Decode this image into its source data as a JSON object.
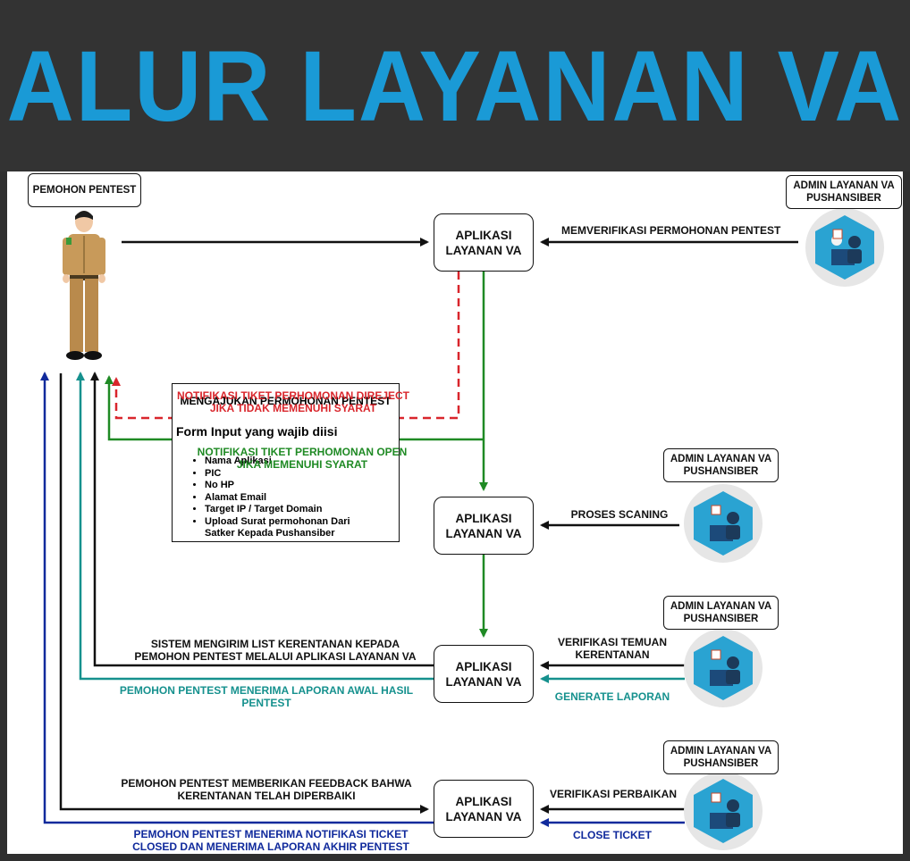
{
  "title": "ALUR LAYANAN VA",
  "colors": {
    "title": "#1a9ad6",
    "red": "#d9262c",
    "green": "#1f8a24",
    "teal": "#16918e",
    "navy": "#102a9c",
    "hex": "#2aa3d2"
  },
  "pemohon_label": "PEMOHON PENTEST",
  "admin_label": "ADMIN LAYANAN VA\nPUSHANSIBER",
  "app_label": "APLIKASI\nLAYANAN VA",
  "form": {
    "header": "MENGAJUKAN PERMOHONAN PENTEST",
    "title": "Form Input yang wajib diisi",
    "items": [
      "Nama Aplikasi",
      "PIC",
      "No HP",
      "Alamat Email",
      "Target IP / Target Domain",
      "Upload Surat permohonan Dari\nSatker Kepada Pushansiber"
    ]
  },
  "labels": {
    "verify_request": "MEMVERIFIKASI PERMOHONAN PENTEST",
    "reject": "NOTIFIKASI TIKET PERHOMONAN DIREJECT\nJIKA TIDAK MEMENUHI SYARAT",
    "open": "NOTIFIKASI TIKET PERHOMONAN OPEN\nJIKA MEMENUHI SYARAT",
    "scanning": "PROSES SCANING",
    "verify_findings": "VERIFIKASI  TEMUAN\nKERENTANAN",
    "generate": "GENERATE LAPORAN",
    "send_list": "SISTEM MENGIRIM LIST KERENTANAN  KEPADA\nPEMOHON PENTEST MELALUI APLIKASI LAYANAN VA",
    "receive_initial": "PEMOHON PENTEST MENERIMA LAPORAN AWAL HASIL\nPENTEST",
    "feedback": "PEMOHON PENTEST MEMBERIKAN FEEDBACK BAHWA\nKERENTANAN TELAH DIPERBAIKI",
    "verify_fix": "VERIFIKASI PERBAIKAN",
    "close_ticket": "CLOSE TICKET",
    "receive_final": "PEMOHON PENTEST MENERIMA NOTIFIKASI TICKET\nCLOSED DAN MENERIMA LAPORAN AKHIR PENTEST"
  }
}
